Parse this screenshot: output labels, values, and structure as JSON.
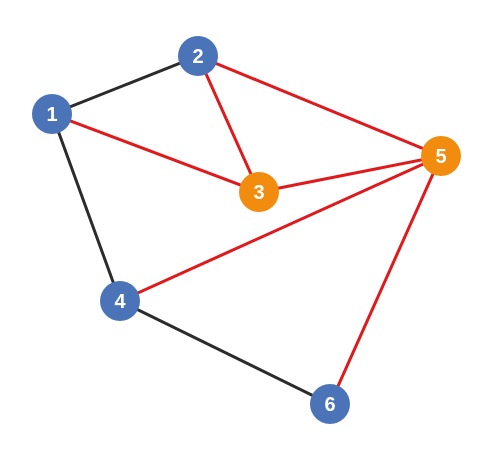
{
  "colors": {
    "background": "#ffffff",
    "blue_node": "#4a73b8",
    "orange_node": "#f28c0f",
    "black_edge": "#2b2b2b",
    "red_edge": "#e0191c",
    "node_label": "#ffffff"
  },
  "graph": {
    "nodes": [
      {
        "id": "1",
        "label": "1",
        "group": "blue"
      },
      {
        "id": "2",
        "label": "2",
        "group": "blue"
      },
      {
        "id": "3",
        "label": "3",
        "group": "orange"
      },
      {
        "id": "4",
        "label": "4",
        "group": "blue"
      },
      {
        "id": "5",
        "label": "5",
        "group": "orange"
      },
      {
        "id": "6",
        "label": "6",
        "group": "blue"
      }
    ],
    "edges": [
      {
        "from": "1",
        "to": "2",
        "type": "black"
      },
      {
        "from": "1",
        "to": "4",
        "type": "black"
      },
      {
        "from": "4",
        "to": "6",
        "type": "black"
      },
      {
        "from": "1",
        "to": "3",
        "type": "red"
      },
      {
        "from": "2",
        "to": "3",
        "type": "red"
      },
      {
        "from": "2",
        "to": "5",
        "type": "red"
      },
      {
        "from": "3",
        "to": "5",
        "type": "red"
      },
      {
        "from": "4",
        "to": "5",
        "type": "red"
      },
      {
        "from": "5",
        "to": "6",
        "type": "red"
      }
    ]
  }
}
